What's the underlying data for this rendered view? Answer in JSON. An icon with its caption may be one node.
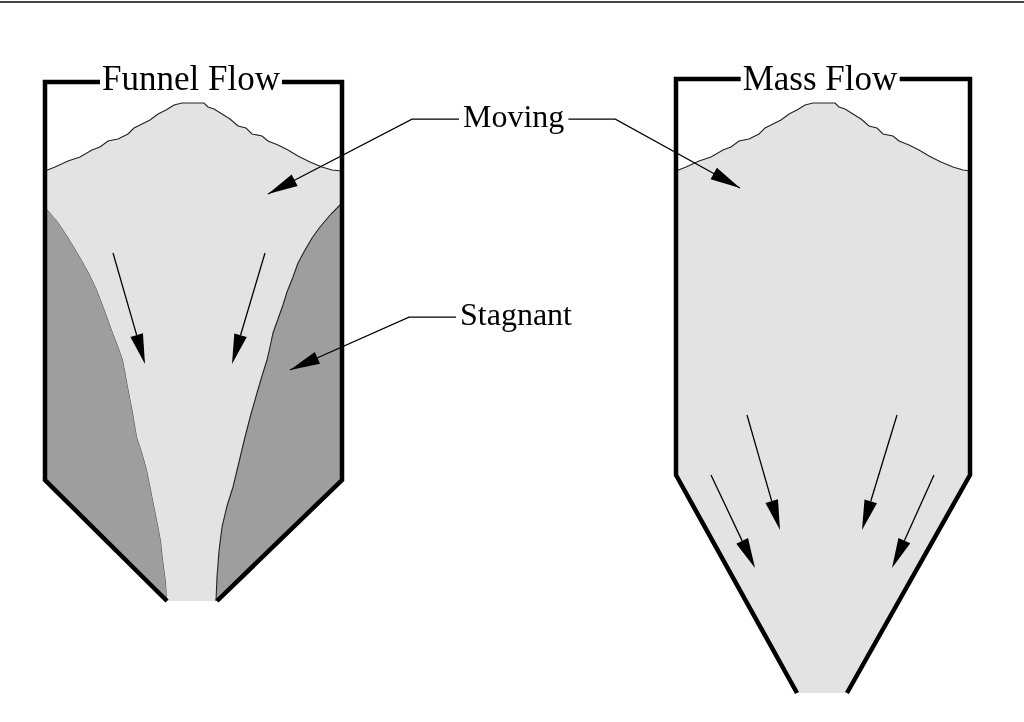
{
  "diagram": {
    "nodes": [
      {
        "text": [
          "Funnel Flow"
        ]
      },
      {
        "text": [
          "Mass Flow"
        ]
      },
      {
        "text": [
          "Moving"
        ]
      },
      {
        "text": [
          "Stagnant"
        ]
      },
      {
        "text": [],
        "shape": "picture",
        "in": 0
      },
      {
        "text": [],
        "shape": "picture",
        "in": 1
      },
      {
        "text": [],
        "shape": "picture",
        "in": 0
      }
    ],
    "edges": [
      {
        "from": 2,
        "to": 4,
        "arrow": "to"
      },
      {
        "from": 2,
        "to": 5,
        "arrow": "to"
      },
      {
        "from": 3,
        "to": 6,
        "arrow": "to"
      }
    ]
  }
}
